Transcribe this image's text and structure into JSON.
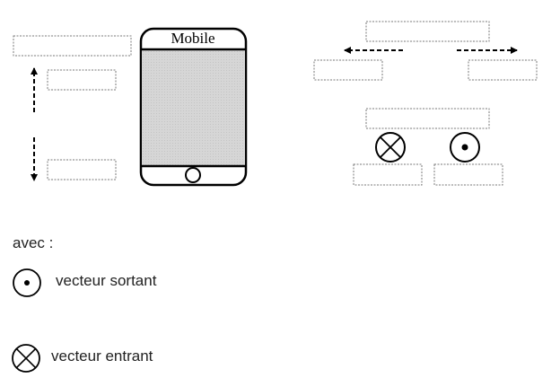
{
  "phone": {
    "label": "Mobile"
  },
  "legend": {
    "intro": "avec :",
    "outgoing_label": "vecteur sortant",
    "incoming_label": "vecteur entrant",
    "outgoing_icon": "dot-in-circle-icon",
    "incoming_icon": "cross-in-circle-icon"
  },
  "colors": {
    "screen": "#d9d9d9",
    "stroke": "#000000",
    "blank_border": "#7a7a7a"
  }
}
